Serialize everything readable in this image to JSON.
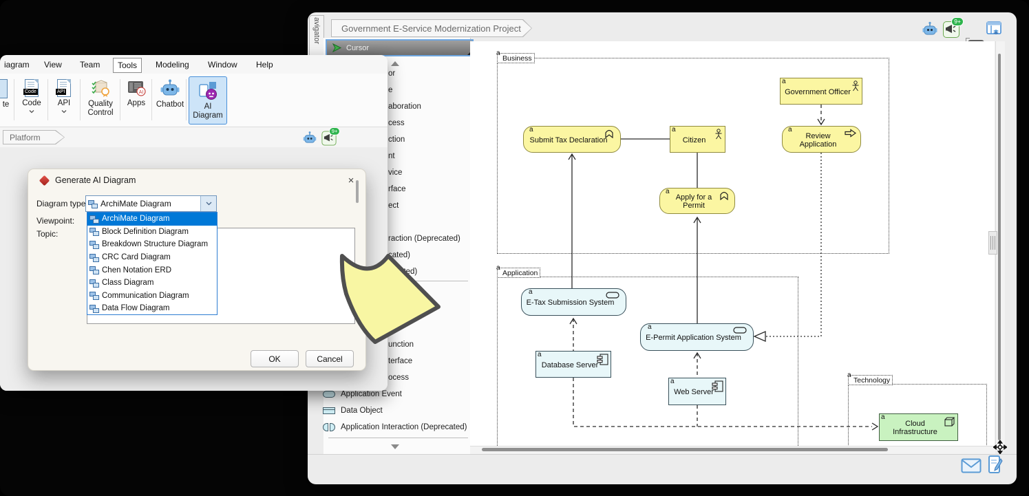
{
  "app": {
    "left_window": {
      "menu_items": [
        "iagram",
        "View",
        "Team",
        "Tools",
        "Modeling",
        "Window",
        "Help"
      ],
      "toolbar": {
        "partial_button_label": "te",
        "code_label": "Code",
        "api_label": "API",
        "quality_label": "Quality\nControl",
        "apps_label": "Apps",
        "chatbot_label": "Chatbot",
        "ai_diagram_label": "AI\nDiagram",
        "apps_badge": "AI"
      },
      "breadcrumb": "Platform"
    },
    "dialog": {
      "title": "Generate AI Diagram",
      "close_glyph": "×",
      "diagram_type_label": "Diagram type:",
      "viewpoint_label": "Viewpoint:",
      "topic_label": "Topic:",
      "diagram_type_value": "ArchiMate Diagram",
      "dropdown_items": [
        "ArchiMate Diagram",
        "Block Definition Diagram",
        "Breakdown Structure Diagram",
        "CRC Card Diagram",
        "Chen Notation ERD",
        "Class Diagram",
        "Communication Diagram",
        "Data Flow Diagram"
      ],
      "selected_item": "ArchiMate Diagram",
      "ok_label": "OK",
      "cancel_label": "Cancel"
    },
    "right_window": {
      "nav_tab": "avigator",
      "doc_tab": "Government E-Service Modernization Project",
      "cursor_tool": "Cursor",
      "notification_badge": "9+"
    },
    "toolbox": {
      "fragments_top": [
        "or",
        "e",
        "aboration",
        "cess",
        "ction",
        "nt",
        "vice",
        "rface",
        "ect",
        "",
        "raction (Deprecated)",
        "cated)",
        "recated)"
      ],
      "fragments_mid": [
        "",
        "",
        "",
        "unction",
        "terface",
        "ocess"
      ],
      "items_full": [
        {
          "t": "Application Event",
          "ico": "event"
        },
        {
          "t": "Data Object",
          "ico": "data"
        },
        {
          "t": "Application Interaction (Deprecated)",
          "ico": "inter"
        }
      ]
    },
    "diagram": {
      "marker": "a",
      "layers": [
        {
          "name": "Business"
        },
        {
          "name": "Application"
        },
        {
          "name": "Technology"
        }
      ],
      "nodes": [
        {
          "id": "government-officer",
          "label": "Government Officer",
          "type": "business-actor"
        },
        {
          "id": "submit-tax-declaration",
          "label": "Submit Tax Declaration",
          "type": "business-process"
        },
        {
          "id": "citizen",
          "label": "Citizen",
          "type": "business-actor"
        },
        {
          "id": "review-application",
          "label": "Review Application",
          "type": "business-process"
        },
        {
          "id": "apply-for-a-permit",
          "label": "Apply for a Permit",
          "type": "business-process"
        },
        {
          "id": "e-tax-submission-system",
          "label": "E-Tax Submission System",
          "type": "application-service"
        },
        {
          "id": "e-permit-application-system",
          "label": "E-Permit Application System",
          "type": "application-service"
        },
        {
          "id": "database-server",
          "label": "Database Server",
          "type": "application-component"
        },
        {
          "id": "web-server",
          "label": "Web Server",
          "type": "application-component"
        },
        {
          "id": "cloud-infrastructure",
          "label": "Cloud Infrastructure",
          "type": "technology-node"
        }
      ]
    },
    "colors": {
      "business_fill": "#fbf6a2",
      "application_fill": "#e8f7f9",
      "technology_fill": "#c9f2c0",
      "selection_blue": "#0078d7",
      "toolbar_selected": "#cde4f8"
    }
  }
}
